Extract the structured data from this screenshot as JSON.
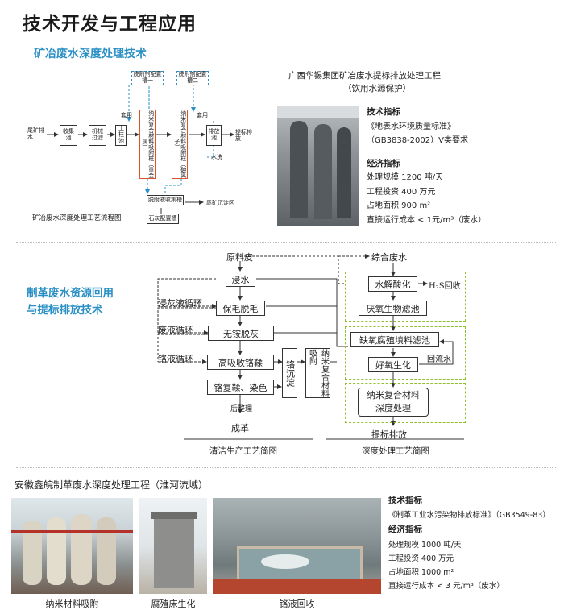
{
  "page_title": "技术开发与工程应用",
  "sec1": {
    "title": "矿冶废水深度处理技术",
    "flow": {
      "inflow": "尾矿排水",
      "collect": "收集池",
      "filter": "机械过滤",
      "upper": "上柱池",
      "col1": "纳米复合材料吸附柱（重金属）",
      "col2": "纳米复合材料吸附柱（砷离子）",
      "discharge": "排放池",
      "out": "提标排放",
      "agent1": "脱附剂配置槽一",
      "agent2": "脱附剂配置槽二",
      "reuse1": "套用",
      "reuse2": "套用",
      "wash": "水洗",
      "desorb": "脱附液收集槽",
      "lime": "石灰配置槽",
      "tail": "尾矿沉淀区"
    },
    "caption": "矿冶废水深度处理工艺流程图",
    "project_title": "广西华锡集团矿冶废水提标排放处理工程",
    "project_sub": "（饮用水源保护）",
    "tech_head": "技术指标",
    "tech_1": "《地表水环境质量标准》",
    "tech_2": "（GB3838-2002）V类要求",
    "eco_head": "经济指标",
    "eco_1": "处理规模 1200 吨/天",
    "eco_2": "工程投资 400 万元",
    "eco_3": "占地面积 900 m²",
    "eco_4": "直接运行成本 < 1元/m³（废水）"
  },
  "sec2": {
    "title_1": "制革废水资源回用",
    "title_2": "与提标排放技术",
    "left": {
      "raw": "原料皮",
      "soak": "浸水",
      "lime_loop": "浸灰液循环",
      "hair": "保毛脱毛",
      "waste_loop": "废液循环",
      "deash": "无铵脱灰",
      "cr_loop": "铬液循环",
      "tan": "高吸收铬鞣",
      "retan": "铬复鞣、染色",
      "cr_precip": "铬沉淀",
      "nano": "纳米复合材料吸附",
      "finish": "后整理",
      "product": "成革",
      "caption": "清洁生产工艺简图"
    },
    "right": {
      "combined": "综合废水",
      "hydro": "水解酸化",
      "h2s": "H₂S回收",
      "anaer": "厌氧生物滤池",
      "anox": "缺氧腐殖填料滤池",
      "reflux": "回流水",
      "aerobic": "好氧生化",
      "nano": "纳米复合材料深度处理",
      "out": "提标排放",
      "caption": "深度处理工艺简图"
    }
  },
  "sec3": {
    "title": "安徽鑫皖制革废水深度处理工程（淮河流域）",
    "photo1_caption": "纳米材料吸附",
    "photo2_caption": "腐殖床生化",
    "photo3_caption": "铬液回收",
    "tech_head": "技术指标",
    "tech_1": "《制革工业水污染物排放标准》（GB3549-83）",
    "eco_head": "经济指标",
    "eco_1": "处理规模 1000 吨/天",
    "eco_2": "工程投资 400 万元",
    "eco_3": "占地面积 1000 m²",
    "eco_4": "直接运行成本 < 3 元/m³（废水）"
  }
}
